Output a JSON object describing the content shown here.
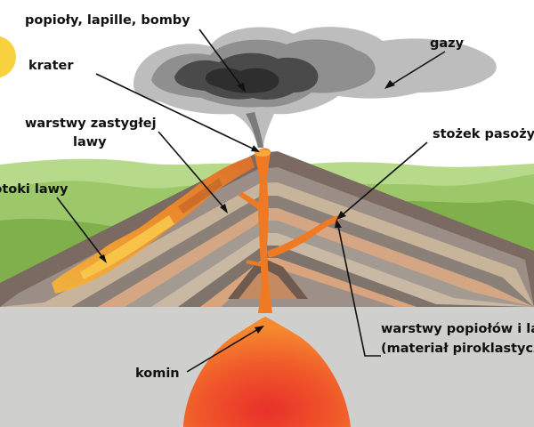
{
  "labels": {
    "ash": "popioły, lapille, bomby",
    "gases": "gazy",
    "crater": "krater",
    "hardened_lava_line1": "warstwy zastygłej",
    "hardened_lava_line2": "lawy",
    "parasitic_cone": "stożek pasożytniczy",
    "lava_flows": "potoki lawy",
    "pyroclastic_line1": "warstwy popiołów i lapilli",
    "pyroclastic_line2": "(materiał piroklastyczny)",
    "conduit": "komin"
  },
  "colors": {
    "sky": "#ffffff",
    "sun": "#f7d23e",
    "hills_far": "#b6d98a",
    "hills_mid": "#9cc86a",
    "hills_near": "#7fb04c",
    "ground": "#cfcfcd",
    "lava": "#f07a24",
    "lava_hot": "#f9a93a",
    "magma_core": "#e8302a",
    "ash_cloud": "#5a5a5a"
  }
}
